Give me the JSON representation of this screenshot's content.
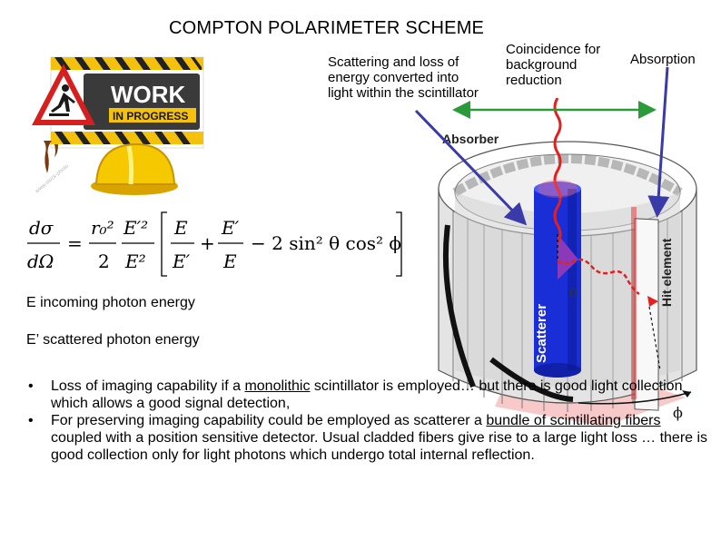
{
  "title": "COMPTON POLARIMETER SCHEME",
  "notes": {
    "scattering": "Scattering and loss of energy converted into light within the scintillator",
    "coincidence": "Coincidence for background reduction",
    "absorption": "Absorption"
  },
  "formula": {
    "d_sigma": "dσ",
    "d_omega": "dΩ",
    "equals": "=",
    "r0sq": "r₀²",
    "two": "2",
    "eprime_sq": "E′²",
    "e_sq": "E²",
    "e": "E",
    "eprime": "E′",
    "plus": "+",
    "minus_term": "− 2 sin² θ cos² ϕ"
  },
  "definitions": {
    "e_incoming": "E incoming  photon energy",
    "e_scattered": "E’ scattered photon energy"
  },
  "bullets": [
    {
      "dot": "•",
      "pre": "Loss of imaging capability if a ",
      "underlined": "monolithic",
      "post": " scintillator is employed… but there is good light collection which allows a good signal detection,"
    },
    {
      "dot": "•",
      "pre": "For preserving imaging capability  could be employed as scatterer a ",
      "underlined": "bundle of scintillating fibers",
      "post": " coupled  with a position sensitive detector. Usual cladded fibers give rise to a large light loss … there is good collection only for light  photons which undergo total internal reflection."
    }
  ],
  "detector": {
    "absorber": "Absorber",
    "scatterer": "Scatterer",
    "hit_element": "Hit element",
    "theta": "θ",
    "phi": "ϕ"
  },
  "wip": {
    "line1": "WORK",
    "line2": "IN PROGRESS"
  },
  "colors": {
    "scatterer_blue": "#1a2ed8",
    "arrow_blue": "#3a3aa8",
    "arrow_green": "#2a9a3a",
    "photon_red": "#e22020",
    "theta_purple": "#7a3ab0",
    "wall_gray": "#c8c8c8"
  }
}
